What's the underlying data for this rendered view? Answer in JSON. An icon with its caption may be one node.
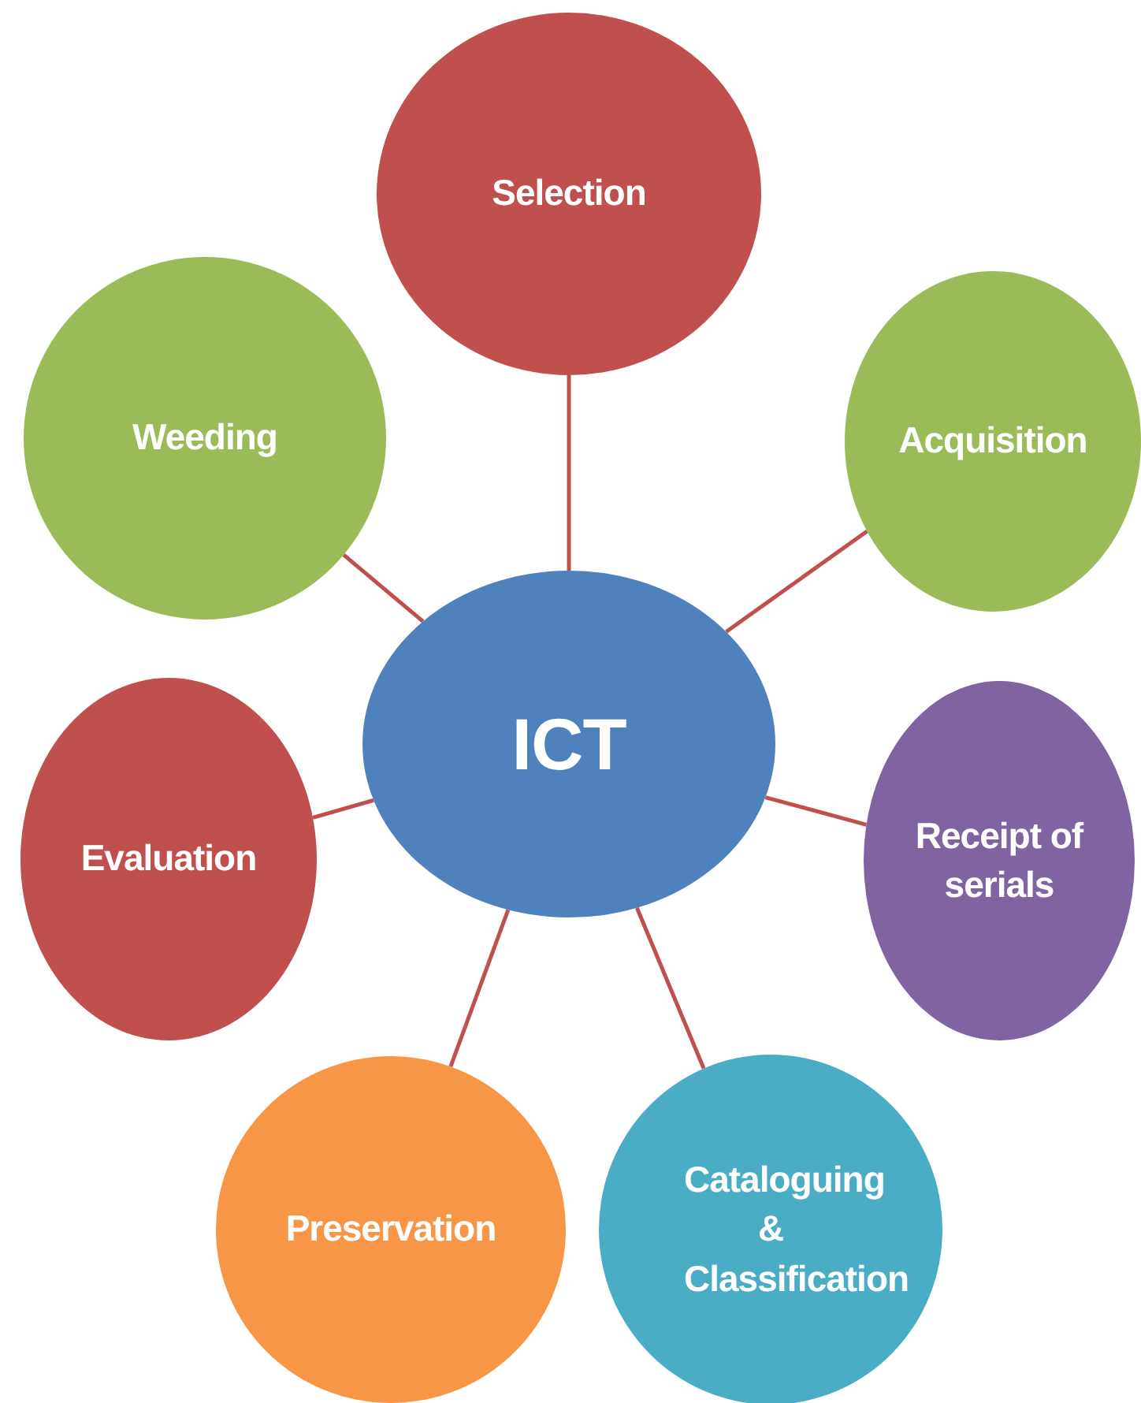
{
  "diagram": {
    "nodes": [
      {
        "text": [
          "ICT"
        ]
      },
      {
        "text": [
          "Selection"
        ]
      },
      {
        "text": [
          "Acquisition"
        ]
      },
      {
        "text": [
          "Receipt of serials"
        ]
      },
      {
        "text": [
          "Cataloguing & Classification"
        ]
      },
      {
        "text": [
          "Preservation"
        ]
      },
      {
        "text": [
          "Evaluation"
        ]
      },
      {
        "text": [
          "Weeding"
        ]
      }
    ],
    "edges": [
      {
        "from": 0,
        "to": 1,
        "arrow": "none"
      },
      {
        "from": 0,
        "to": 2,
        "arrow": "none"
      },
      {
        "from": 0,
        "to": 3,
        "arrow": "none"
      },
      {
        "from": 0,
        "to": 4,
        "arrow": "none"
      },
      {
        "from": 0,
        "to": 5,
        "arrow": "none"
      },
      {
        "from": 0,
        "to": 6,
        "arrow": "none"
      },
      {
        "from": 0,
        "to": 7,
        "arrow": "none"
      }
    ]
  }
}
